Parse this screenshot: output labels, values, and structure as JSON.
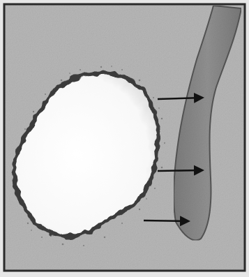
{
  "figure": {
    "elements": [
      "white-irregular-blob",
      "gray-curved-band",
      "arrow",
      "arrow",
      "arrow"
    ],
    "colors": {
      "outer_frame": "#e6e6e6",
      "panel_background": "#b9b9b9",
      "panel_border": "#2a2a2a",
      "blob_fill": "#ffffff",
      "blob_edge": "#3a3a3a",
      "band_fill": "#8c8c8c",
      "band_edge": "#555555",
      "arrow_color": "#111111"
    }
  }
}
